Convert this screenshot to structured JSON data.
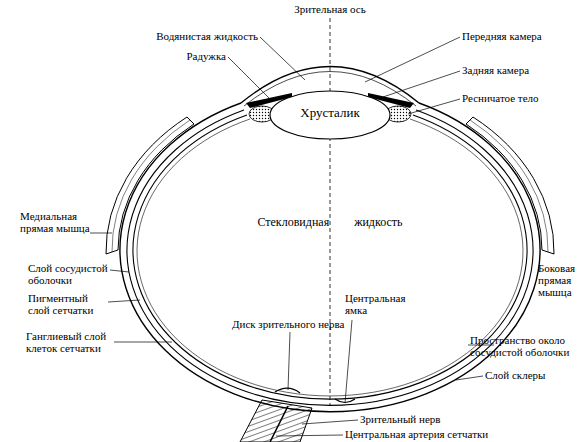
{
  "diagram": {
    "labels": [
      "Зрительная ось",
      "Водянистая жидкость",
      "Передняя камера",
      "Радужка",
      "Задняя камера",
      "Хрусталик",
      "Ресничатое тело",
      "Стекловидная жидкость",
      "Медиальная прямая мышца",
      "Боковая прямая мышца",
      "Слой сосудистой оболочки",
      "Пигментный слой сетчатки",
      "Ганглиевый слой клеток сетчатки",
      "Диск зрительного нерва",
      "Центральная ямка",
      "Пространство около сосудистой оболочки",
      "Слой склеры",
      "Зрительный нерв",
      "Центральная артерия сетчатки"
    ]
  }
}
